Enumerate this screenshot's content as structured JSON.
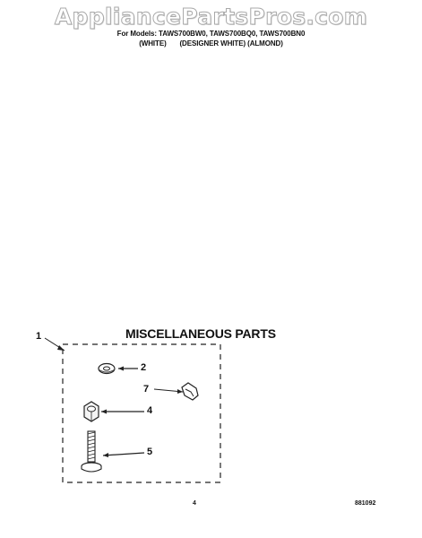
{
  "watermark": {
    "text": "AppliancePartsPros.com"
  },
  "header": {
    "models_line": "For Models: TAWS700BW0, TAWS700BQ0, TAWS700BN0",
    "colors_line": "(WHITE)       (DESIGNER WHITE) (ALMOND)"
  },
  "section": {
    "title": "MISCELLANEOUS PARTS"
  },
  "parts": {
    "kit": {
      "ref": "1"
    },
    "washer": {
      "ref": "2"
    },
    "nut": {
      "ref": "4"
    },
    "bolt": {
      "ref": "5"
    },
    "clip": {
      "ref": "7"
    }
  },
  "footer": {
    "page": "4",
    "code": "881092"
  }
}
